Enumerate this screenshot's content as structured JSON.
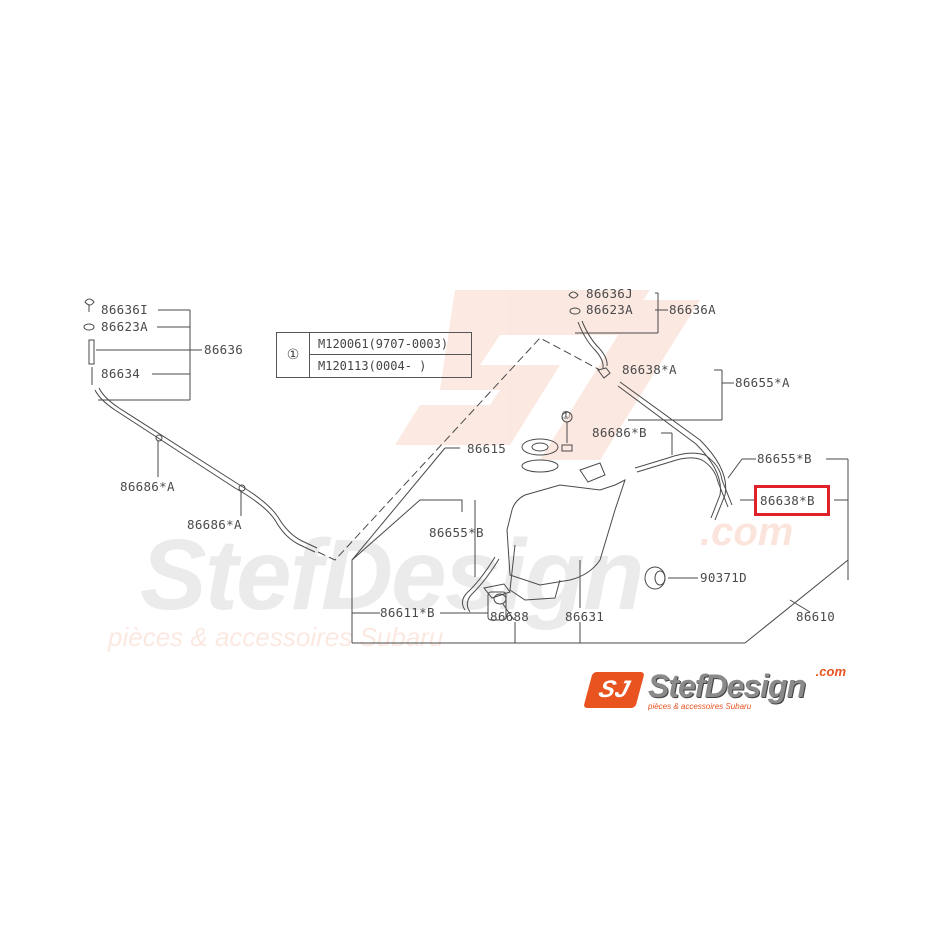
{
  "diagram": {
    "title": "Subaru windshield washer system parts diagram",
    "highlight_color": "#e0202a",
    "line_color": "#4a4a4a",
    "labels": {
      "left_nozzle": "86636I",
      "left_gasket": "86623A",
      "left_nozzle_assy": "86636",
      "left_joint": "86634",
      "left_clip_1": "86686*A",
      "left_clip_2": "86686*A",
      "right_nozzle": "86636J",
      "right_gasket": "86623A",
      "right_nozzle_assy": "86636A",
      "right_joint_a": "86638*A",
      "hose_a": "86655*A",
      "clip_b": "86686*B",
      "hose_b_upper": "86655*B",
      "joint_b": "86638*B",
      "cap": "86615",
      "hose_b_lower": "86655*B",
      "motor": "86611*B",
      "grommet": "86688",
      "tank": "86631",
      "plug": "90371D",
      "tank_assy": "86610"
    },
    "callout_marker": "①",
    "highlighted_part": "86638*B"
  },
  "reference_table": {
    "marker": "①",
    "rows": [
      "M120061(9707-0003)",
      "M120113(0004-     )"
    ]
  },
  "watermark": {
    "brand": "StefDesign",
    "domain": ".com",
    "tagline": "pièces & accessoires Subaru",
    "badge": "SJ",
    "color": "#e8531f"
  }
}
